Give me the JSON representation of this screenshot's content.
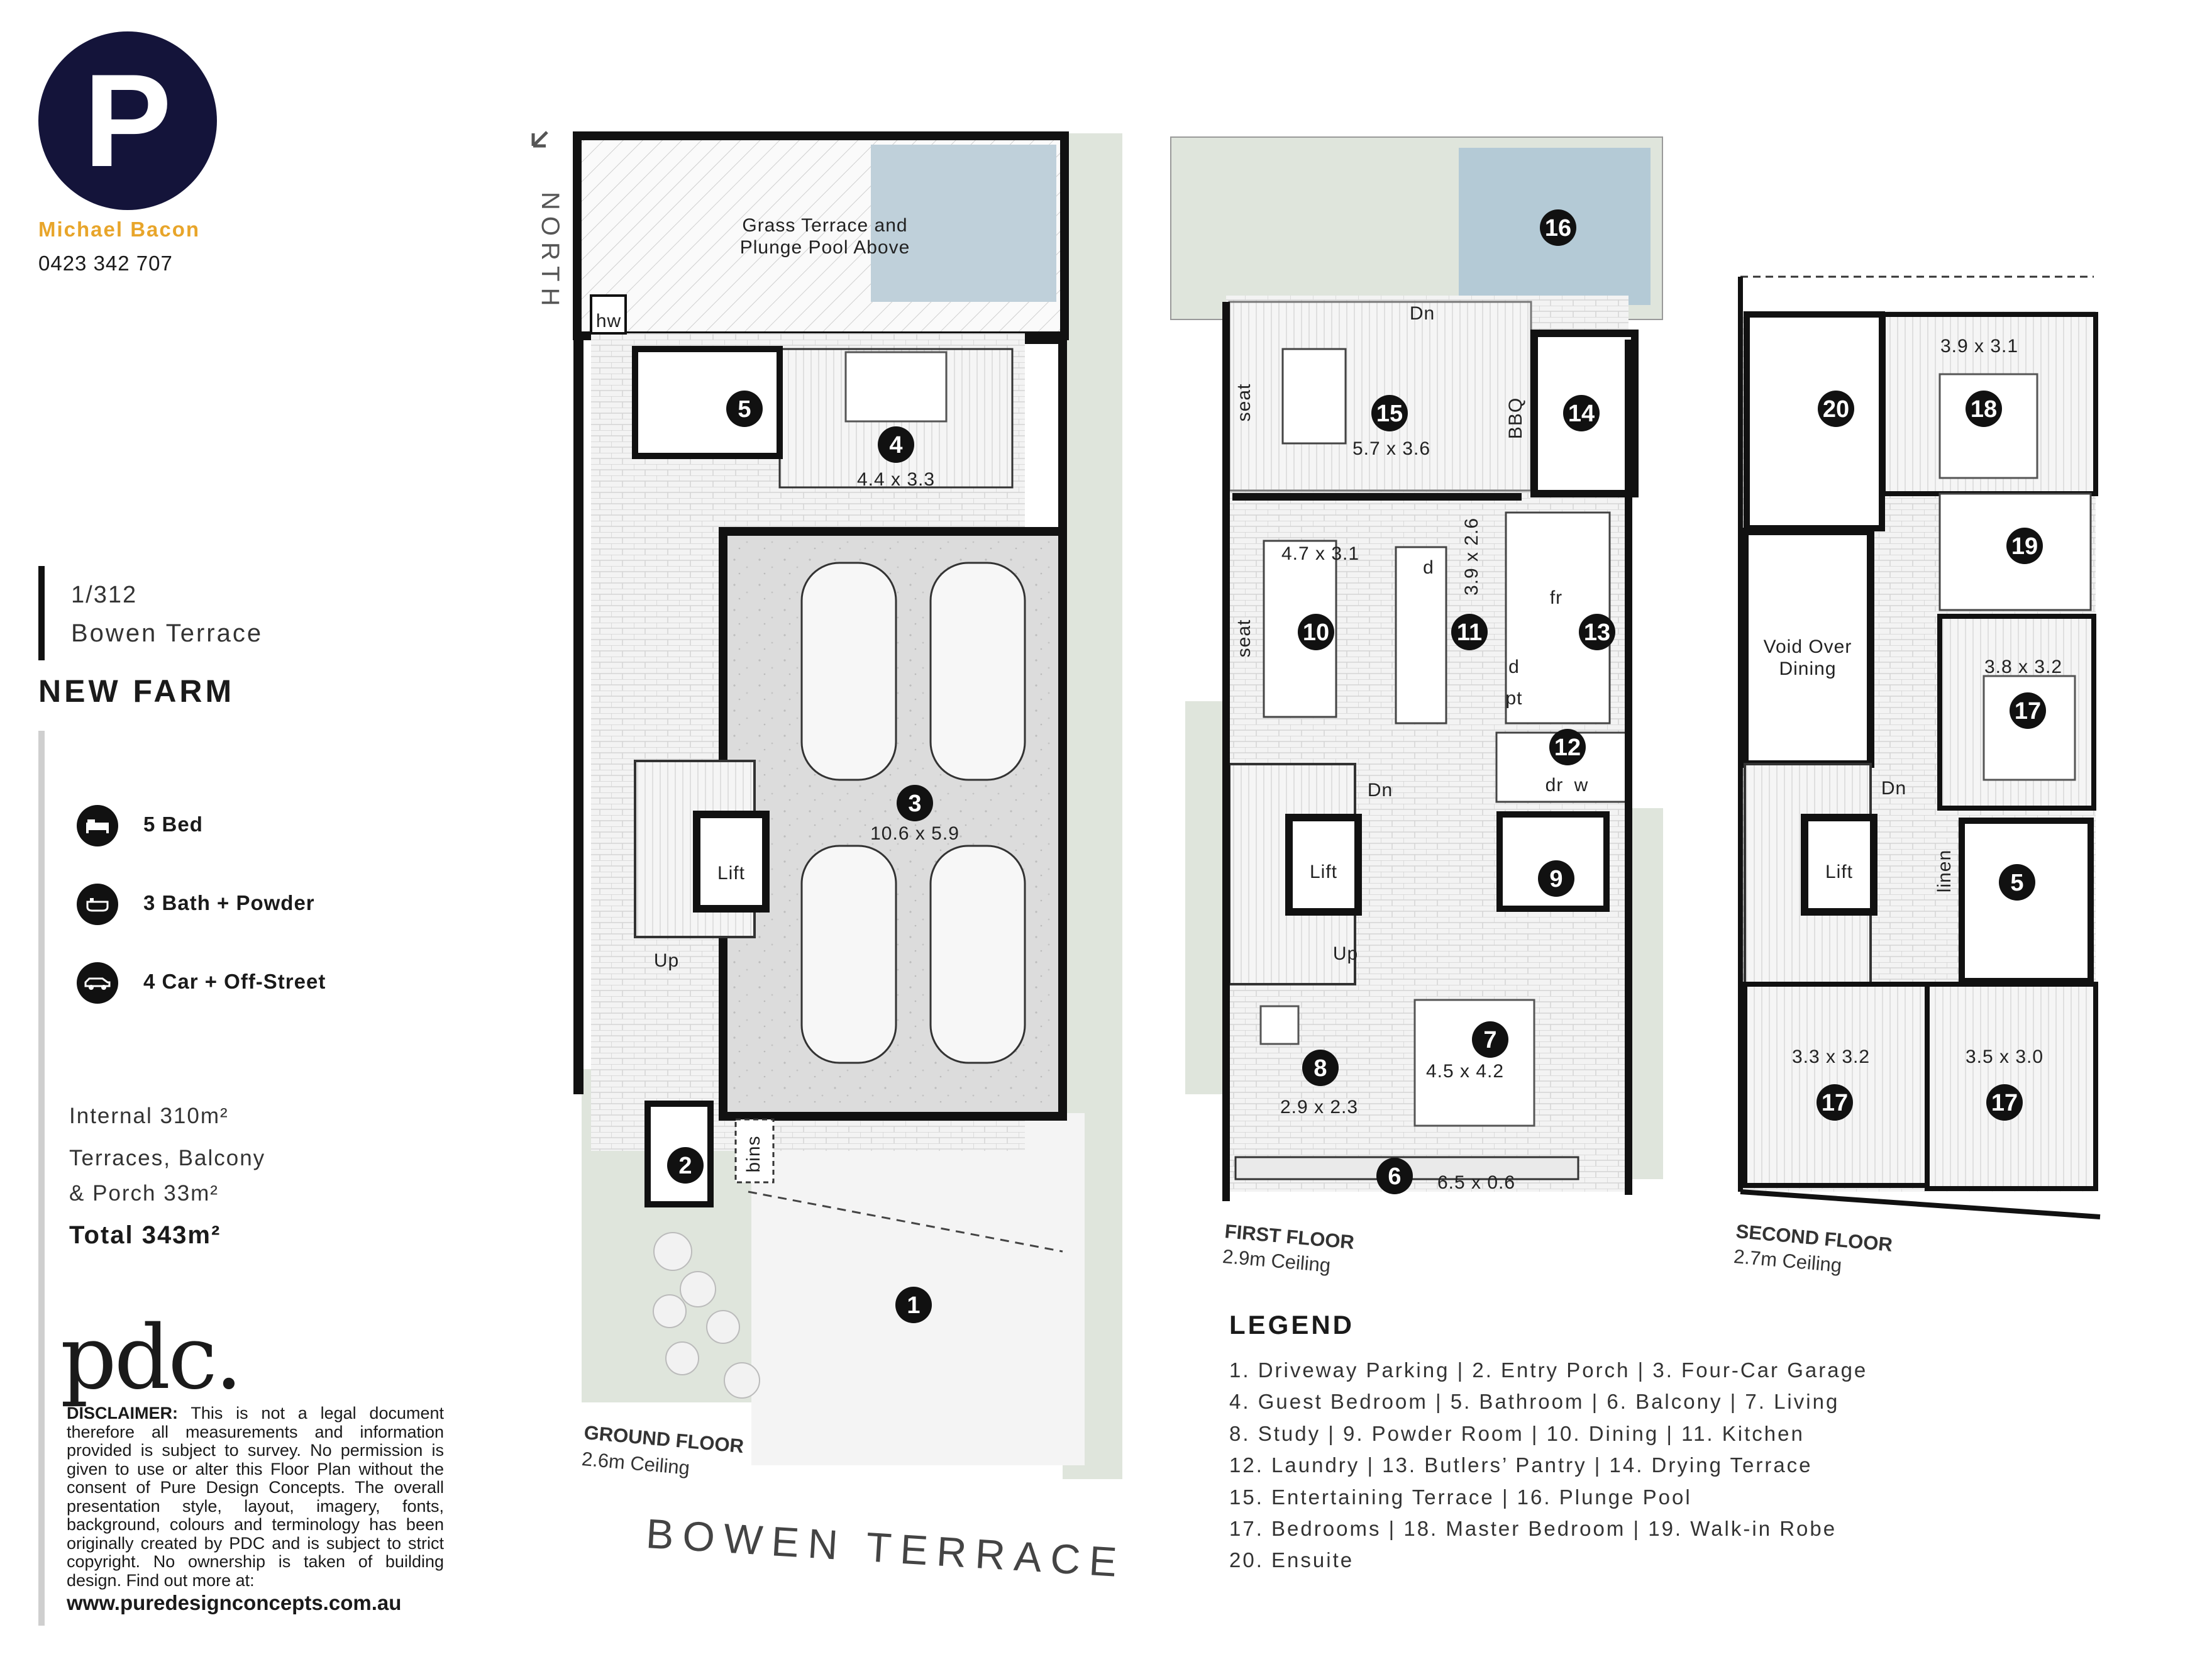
{
  "agent": {
    "logo_letter": "P",
    "name": "Michael Bacon",
    "phone": "0423 342 707",
    "accent": "#e8a52a",
    "logo_bg": "#14143a"
  },
  "address": {
    "unit": "1/312",
    "street": "Bowen Terrace",
    "suburb": "NEW FARM"
  },
  "specs": [
    {
      "icon": "bed-icon",
      "text": "5 Bed"
    },
    {
      "icon": "bath-icon",
      "text": "3 Bath + Powder"
    },
    {
      "icon": "car-icon",
      "text": "4 Car + Off-Street"
    }
  ],
  "areas": {
    "internal": "Internal 310m²",
    "terraces_line1": "Terraces, Balcony",
    "terraces_line2": "& Porch 33m²",
    "total": "Total 343m²"
  },
  "brand": {
    "logo_text": "pdc.",
    "disclaimer_label": "DISCLAIMER:",
    "disclaimer_text": "This is not a legal document therefore all measurements and information provided is subject to survey. No permission is given to use or alter this Floor Plan without the consent of Pure Design Concepts. The overall presentation style, layout, imagery, fonts, background, colours and terminology has been originally created by PDC and is subject to strict copyright. No ownership is taken of building design. Find out more at:",
    "website": "www.puredesignconcepts.com.au"
  },
  "plans": {
    "north_label": "NORTH",
    "street": "BOWEN TERRACE",
    "floors": [
      {
        "title": "FIRST FLOOR",
        "ceiling": "2.9m Ceiling"
      },
      {
        "title": "SECOND FLOOR",
        "ceiling": "2.7m Ceiling"
      },
      {
        "title": "GROUND FLOOR",
        "ceiling": "2.6m Ceiling"
      }
    ],
    "ground_labels": {
      "grass_terrace_1": "Grass Terrace and",
      "grass_terrace_2": "Plunge Pool Above",
      "hw": "hw",
      "guest_dims": "4.4 x 3.3",
      "garage_dims": "10.6 x 5.9",
      "lift": "Lift",
      "up": "Up",
      "bins": "bins"
    },
    "first_labels": {
      "dn_top": "Dn",
      "seat_1": "seat",
      "seat_2": "seat",
      "bbq": "BBQ",
      "ent_dims": "5.7 x 3.6",
      "dining_dims": "4.7 x 3.1",
      "kitchen_dims": "3.9 x 2.6",
      "d1": "d",
      "d2": "d",
      "fr": "fr",
      "pt": "pt",
      "dr": "dr",
      "w": "w",
      "dn_stair": "Dn",
      "lift": "Lift",
      "up": "Up",
      "study_dims": "2.9 x 2.3",
      "living_dims": "4.5 x 4.2",
      "balcony_dims": "6.5 x 0.6"
    },
    "second_labels": {
      "master_dims": "3.9 x 3.1",
      "void_1": "Void Over",
      "void_2": "Dining",
      "bed17a_dims": "3.8 x 3.2",
      "dn": "Dn",
      "lift": "Lift",
      "linen": "linen",
      "bed17b_dims": "3.3 x 3.2",
      "bed17c_dims": "3.5 x 3.0"
    },
    "room_numbers": {
      "g1": "1",
      "g2": "2",
      "g3": "3",
      "g4": "4",
      "g5": "5",
      "f6": "6",
      "f7": "7",
      "f8": "8",
      "f9": "9",
      "f10": "10",
      "f11": "11",
      "f12": "12",
      "f13": "13",
      "f14": "14",
      "f15": "15",
      "f16": "16",
      "s5": "5",
      "s17a": "17",
      "s17b": "17",
      "s17c": "17",
      "s18": "18",
      "s19": "19",
      "s20": "20"
    }
  },
  "legend": {
    "title": "LEGEND",
    "lines": [
      "1. Driveway Parking  |  2. Entry Porch  |  3. Four-Car Garage",
      "4. Guest Bedroom  |  5. Bathroom  | 6. Balcony  |  7. Living",
      "8. Study  |  9. Powder Room  |  10. Dining  |  11. Kitchen",
      "12. Laundry |  13. Butlers’ Pantry  |  14. Drying Terrace",
      "15. Entertaining Terrace  |  16. Plunge Pool",
      "17. Bedrooms  |  18. Master Bedroom  |  19. Walk-in Robe",
      "20. Ensuite"
    ]
  }
}
